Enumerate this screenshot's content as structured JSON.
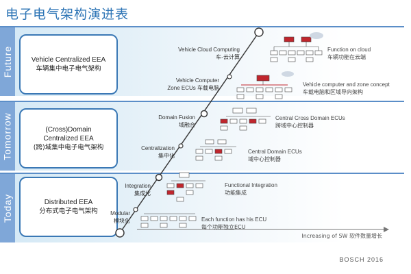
{
  "title": "电子电气架构演进表",
  "bands": [
    {
      "label": "Future",
      "stage_en": "Vehicle Centralized EEA",
      "stage_zh": "车辆集中电子电气架构"
    },
    {
      "label": "Tomorrow",
      "stage_en1": "(Cross)Domain",
      "stage_en2": "Centralized EEA",
      "stage_zh": "(跨)域集中电子电气架构"
    },
    {
      "label": "Today",
      "stage_en": "Distributed EEA",
      "stage_zh": "分布式电子电气架构"
    }
  ],
  "steps": [
    {
      "en": "Vehicle Cloud Computing",
      "zh": "车-云计算",
      "desc_en": "Function on cloud",
      "desc_zh": "车辆功能在云端"
    },
    {
      "en1": "Vehicle Computer",
      "en2": "Zone ECUs",
      "zh": "车载电脑",
      "desc_en": "Vehicle computer and zone concept",
      "desc_zh": "车载电脑和区域导向架构"
    },
    {
      "en": "Domain Fusion",
      "zh": "域融合",
      "desc_en": "Central Cross Domain ECUs",
      "desc_zh": "跨域中心控制器"
    },
    {
      "en": "Centralization",
      "zh": "集中化",
      "desc_en": "Central Domain ECUs",
      "desc_zh": "域中心控制器"
    },
    {
      "en": "Integration",
      "zh": "集成化",
      "desc_en": "Functional Integration",
      "desc_zh": "功能集成"
    },
    {
      "en": "Modular",
      "zh": "模块化",
      "desc_en": "Each function has his ECU",
      "desc_zh": "每个功能独立ECU"
    }
  ],
  "x_axis_label": "Increasing of SW 软件数量增长",
  "brand": "BOSCH 2016",
  "colors": {
    "title": "#2e75b6",
    "band": "#7fa7d8",
    "accent": "#c0262d",
    "line": "#3a3a3a"
  }
}
